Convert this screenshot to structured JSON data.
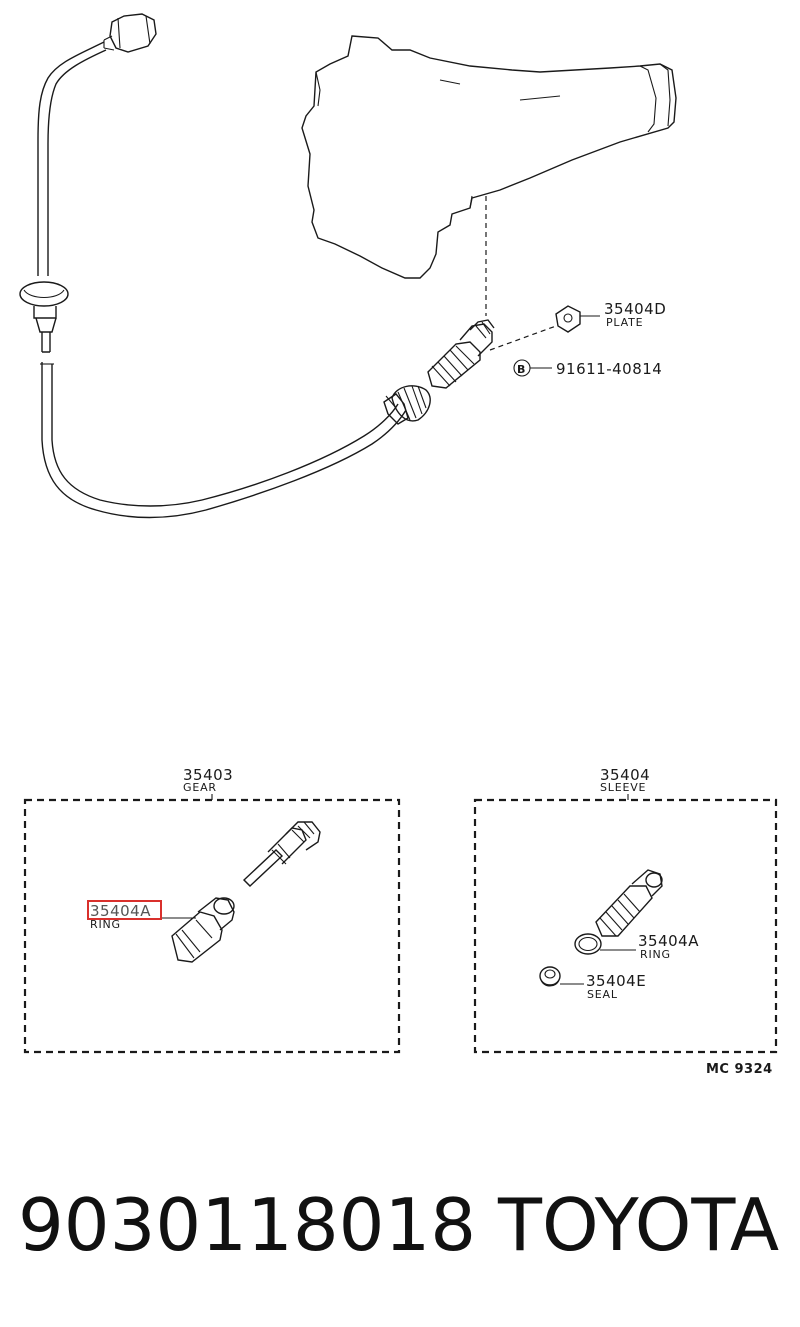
{
  "upper": {
    "callouts": [
      {
        "part": "35404D",
        "label": "PLATE"
      },
      {
        "part": "91611-40814",
        "symbol": "B"
      }
    ]
  },
  "gear_kit": {
    "part": "35403",
    "label": "GEAR",
    "inner": {
      "part": "35404A",
      "label": "RING",
      "highlighted": true
    }
  },
  "sleeve_kit": {
    "part": "35404",
    "label": "SLEEVE",
    "inner": [
      {
        "part": "35404A",
        "label": "RING"
      },
      {
        "part": "35404E",
        "label": "SEAL"
      }
    ]
  },
  "ref_code": "MC  9324",
  "footer": {
    "part_number": "9030118018",
    "brand": "TOYOTA"
  },
  "colors": {
    "line": "#1a1a1a",
    "highlight": "#d9302c"
  }
}
